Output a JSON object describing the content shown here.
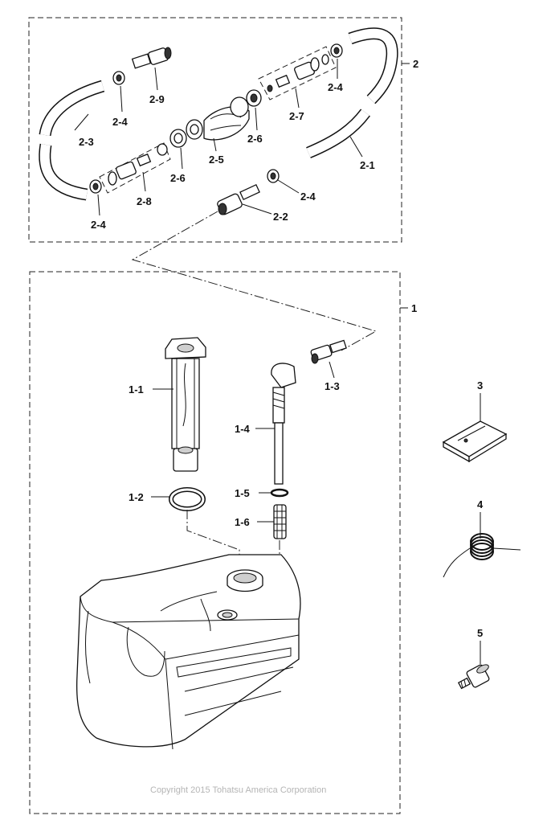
{
  "labels": {
    "group2": "2",
    "group1": "1",
    "p2_1": "2-1",
    "p2_2": "2-2",
    "p2_3": "2-3",
    "p2_4a": "2-4",
    "p2_4b": "2-4",
    "p2_4c": "2-4",
    "p2_4d": "2-4",
    "p2_5": "2-5",
    "p2_6a": "2-6",
    "p2_6b": "2-6",
    "p2_7": "2-7",
    "p2_8": "2-8",
    "p2_9": "2-9",
    "p1_1": "1-1",
    "p1_2": "1-2",
    "p1_3": "1-3",
    "p1_4": "1-4",
    "p1_5": "1-5",
    "p1_6": "1-6",
    "p3": "3",
    "p4": "4",
    "p5": "5"
  },
  "copyright": "Copyright 2015 Tohatsu America Corporation"
}
